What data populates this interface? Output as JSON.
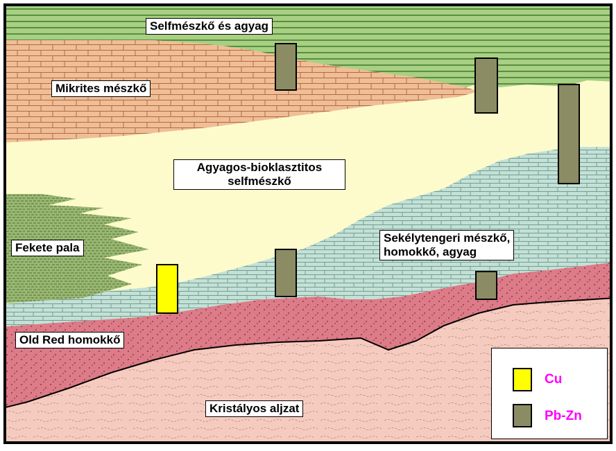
{
  "labels": {
    "selfmeszko_agyag": "Selfmészkő és agyag",
    "mikrites": "Mikrites mészkő",
    "agyagos_line1": "Agyagos-bioklasztitos",
    "agyagos_line2": "selfmészkő",
    "fekete_pala": "Fekete pala",
    "sekely_line1": "Sekélytengeri mészkő,",
    "sekely_line2": "homokkő, agyag",
    "old_red": "Old Red homokkő",
    "kristalyos": "Kristályos aljzat"
  },
  "legend": {
    "items": [
      {
        "label": "Cu",
        "color": "#ffff00"
      },
      {
        "label": "Pb-Zn",
        "color": "#8c8c64"
      }
    ]
  },
  "colors": {
    "green_band": "#a8cf82",
    "green_line": "#3c7a2c",
    "mikrites": "#f0be96",
    "mikrites_line": "#b06a44",
    "cream": "#fdfbcb",
    "teal": "#c4e0d7",
    "teal_line": "#6f9f8f",
    "red_sand": "#dd7b88",
    "pink_base": "#f6cbbf",
    "dark_shale": "#7f9e5c",
    "cu": "#ffff00",
    "pbzn": "#8c8c64",
    "legend_text": "#ff00ff"
  }
}
